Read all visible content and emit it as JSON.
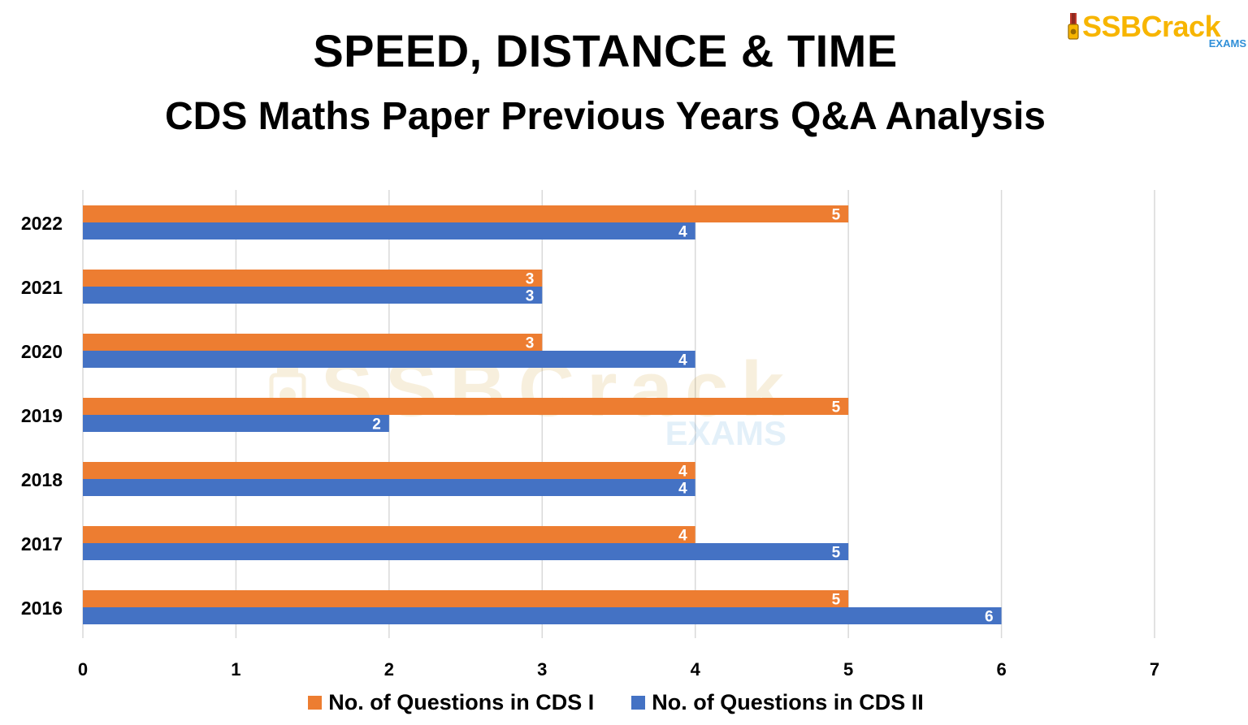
{
  "header": {
    "title": "SPEED, DISTANCE & TIME",
    "subtitle": "CDS Maths Paper Previous Years Q&A Analysis"
  },
  "logo": {
    "text": "SSBCrack",
    "sub": "EXAMS"
  },
  "watermark": {
    "text": "SSBCrack",
    "sub": "EXAMS"
  },
  "colors": {
    "cds1": "#ed7d31",
    "cds2": "#4472c4",
    "grid": "#d9d9d9",
    "logo_gold": "#f7b500",
    "logo_blue": "#2f8fd8"
  },
  "chart_data": {
    "type": "bar",
    "orientation": "horizontal",
    "categories": [
      "2022",
      "2021",
      "2020",
      "2019",
      "2018",
      "2017",
      "2016"
    ],
    "series": [
      {
        "name": "No. of Questions in CDS I",
        "values": [
          5,
          3,
          3,
          5,
          4,
          4,
          5
        ]
      },
      {
        "name": "No. of Questions in CDS II",
        "values": [
          4,
          3,
          4,
          2,
          4,
          5,
          6
        ]
      }
    ],
    "xlim": [
      0,
      7
    ],
    "xticks": [
      "0",
      "1",
      "2",
      "3",
      "4",
      "5",
      "6",
      "7"
    ],
    "grid": true,
    "legend": "bottom",
    "data_labels": true
  }
}
